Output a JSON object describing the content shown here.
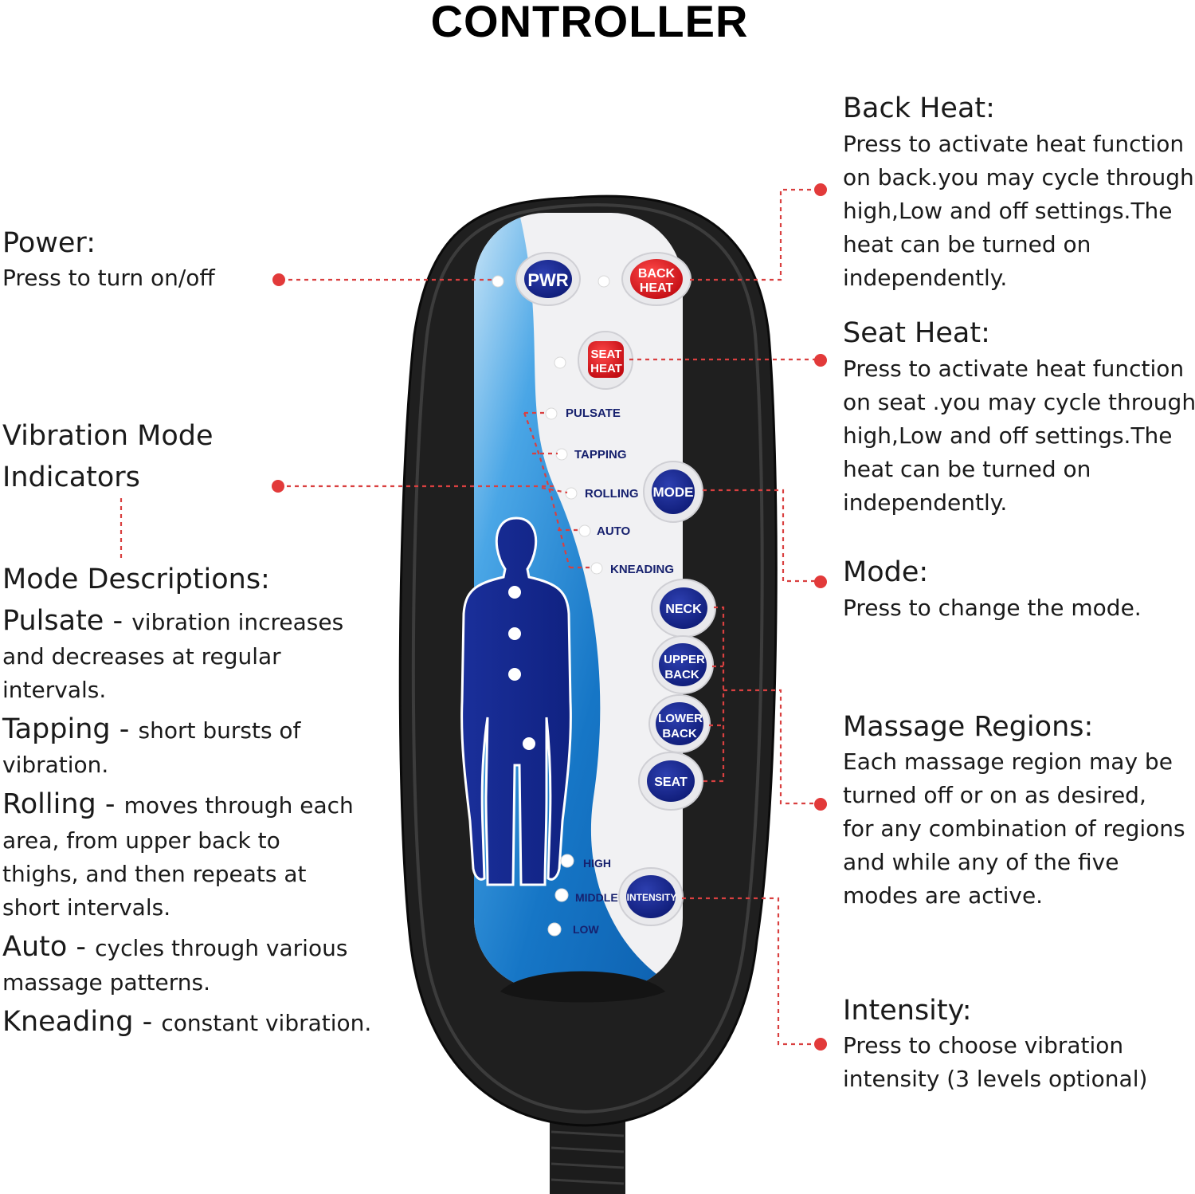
{
  "title": "CONTROLLER",
  "colors": {
    "accent": "#e23a3a",
    "navy": "#14238a",
    "heat_red": "#d8131a",
    "panel_blue": "#1b7fd0"
  },
  "left": {
    "power": {
      "heading": "Power:",
      "desc": "Press to turn on/off"
    },
    "vibration_indicators": {
      "line1": "Vibration Mode",
      "line2": "Indicators"
    },
    "mode_descriptions": {
      "heading": "Mode Descriptions:",
      "pulsate": {
        "name": "Pulsate",
        "sep": " - ",
        "l1": "vibration increases",
        "l2": "and decreases at regular",
        "l3": "intervals."
      },
      "tapping": {
        "name": "Tapping",
        "sep": " - ",
        "l1": "short bursts of",
        "l2": "vibration."
      },
      "rolling": {
        "name": "Rolling",
        "sep": " - ",
        "l1": "moves through each",
        "l2": "area, from upper back to",
        "l3": "thighs, and then repeats at",
        "l4": "short intervals."
      },
      "auto": {
        "name": "Auto",
        "sep": " - ",
        "l1": "cycles through various",
        "l2": "massage patterns."
      },
      "kneading": {
        "name": "Kneading",
        "sep": " - ",
        "l1": "constant vibration."
      }
    }
  },
  "right": {
    "back_heat": {
      "heading": "Back Heat:",
      "lines": [
        "Press to activate heat function",
        "on back.you may cycle through",
        "high,Low and off settings.The",
        "heat can be turned on",
        "independently."
      ]
    },
    "seat_heat": {
      "heading": "Seat Heat:",
      "lines": [
        "Press to activate heat function",
        "on seat .you may cycle through",
        "high,Low and off settings.The",
        "heat can be turned on",
        "independently."
      ]
    },
    "mode": {
      "heading": "Mode:",
      "desc": "Press to change the mode."
    },
    "massage_regions": {
      "heading": "Massage Regions:",
      "lines": [
        "Each massage region may be",
        "turned off or on as desired,",
        "for any combination of regions",
        "and while any of the five",
        "modes are active."
      ]
    },
    "intensity": {
      "heading": "Intensity:",
      "lines": [
        "Press to choose vibration",
        "intensity (3 levels optional)"
      ]
    }
  },
  "controller": {
    "pwr": "PWR",
    "back_heat": [
      "BACK",
      "HEAT"
    ],
    "seat_heat": [
      "SEAT",
      "HEAT"
    ],
    "modes": [
      "PULSATE",
      "TAPPING",
      "ROLLING",
      "AUTO",
      "KNEADING"
    ],
    "mode_button": "MODE",
    "neck": "NECK",
    "upper_back": [
      "UPPER",
      "BACK"
    ],
    "lower_back": [
      "LOWER",
      "BACK"
    ],
    "seat": "SEAT",
    "levels": [
      "HIGH",
      "MIDDLE",
      "LOW"
    ],
    "intensity_button": "INTENSITY"
  }
}
